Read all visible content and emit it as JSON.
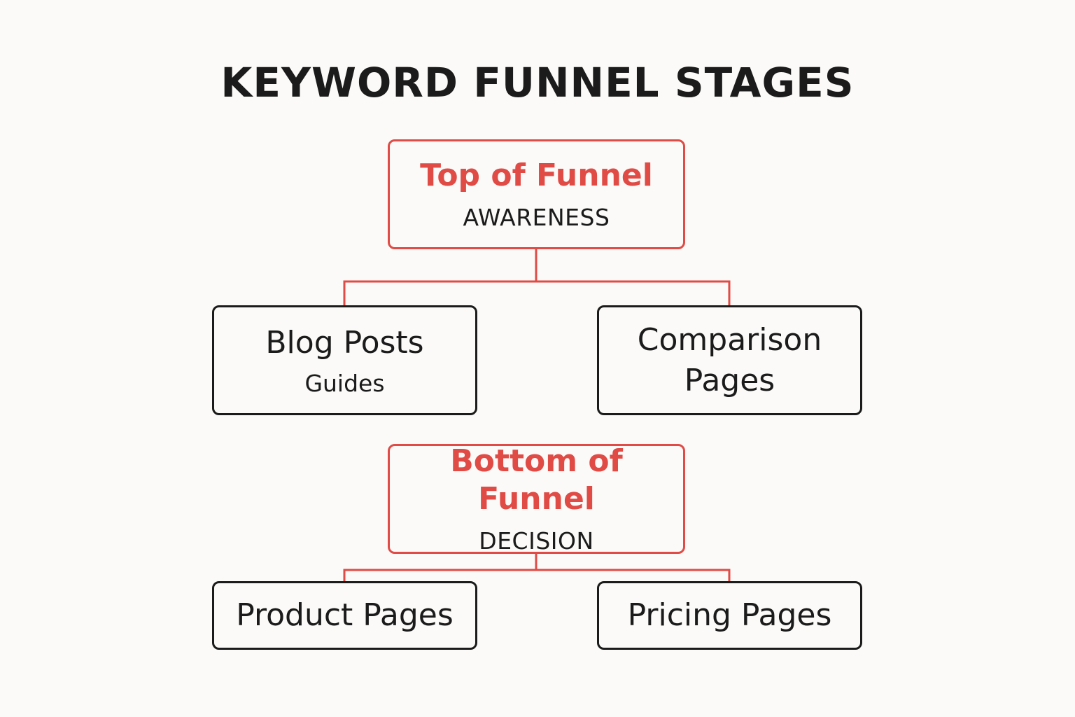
{
  "title": "KEYWORD FUNNEL STAGES",
  "colors": {
    "accent": "#e04b45",
    "text": "#1b1b1b",
    "background": "#fbfaf8"
  },
  "stages": [
    {
      "name": "Top of Funnel",
      "subtitle": "AWARENESS",
      "children": [
        {
          "label": "Blog Posts",
          "sublabel": "Guides"
        },
        {
          "label": "Comparison Pages",
          "sublabel": ""
        }
      ]
    },
    {
      "name": "Bottom of Funnel",
      "subtitle": "DECISION",
      "children": [
        {
          "label": "Product Pages",
          "sublabel": ""
        },
        {
          "label": "Pricing Pages",
          "sublabel": ""
        }
      ]
    }
  ]
}
